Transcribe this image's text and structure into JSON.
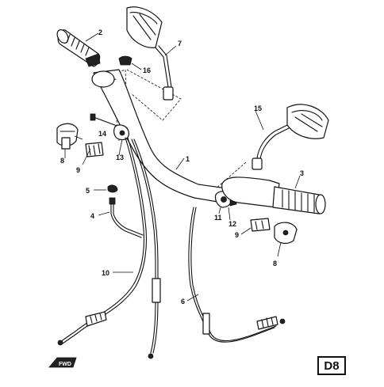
{
  "diagram": {
    "page_code": "D8",
    "fwd_label": "FWD",
    "callouts": {
      "c1": "1",
      "c2": "2",
      "c3": "3",
      "c4": "4",
      "c5": "5",
      "c6": "6",
      "c7": "7",
      "c8_left": "8",
      "c8_right": "8",
      "c9_left": "9",
      "c9_right": "9",
      "c10": "10",
      "c11": "11",
      "c12": "12",
      "c13": "13",
      "c14": "14",
      "c15": "15",
      "c16": "16"
    }
  }
}
